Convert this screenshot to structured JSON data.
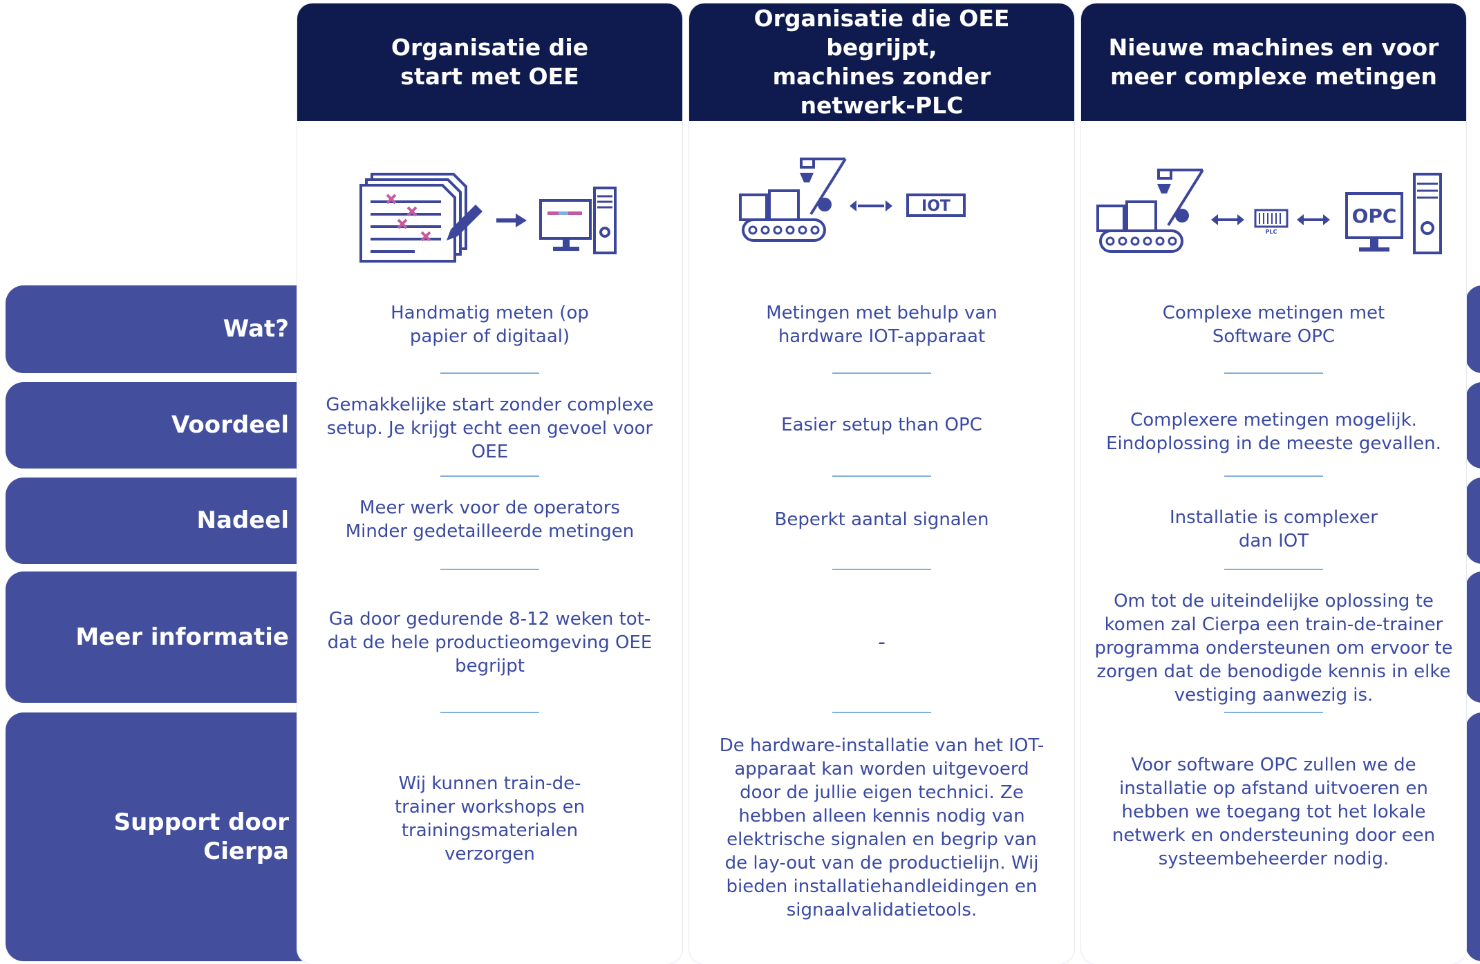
{
  "rows": [
    {
      "label": "Wat?"
    },
    {
      "label": "Voordeel"
    },
    {
      "label": "Nadeel"
    },
    {
      "label": "Meer informatie"
    },
    {
      "label": "Support door\nCierpa"
    }
  ],
  "columns": [
    {
      "header": "Organisatie die\nstart met OEE",
      "icon": "paper-to-computer-icon",
      "cells": [
        "Handmatig meten (op\npapier of digitaal)",
        "Gemakkelijke start zonder complexe\nsetup. Je krijgt echt een gevoel voor\nOEE",
        "Meer werk voor de operators\nMinder gedetailleerde metingen",
        "Ga door gedurende 8-12 weken tot-\ndat de hele productieomgeving OEE\nbegrijpt",
        "Wij kunnen train-de-\ntrainer workshops en\ntrainingsmaterialen\nverzorgen"
      ]
    },
    {
      "header": "Organisatie die OEE begrijpt,\nmachines zonder\nnetwerk-PLC",
      "icon": "robot-iot-icon",
      "icon_label": "IOT",
      "cells": [
        "Metingen met behulp van\nhardware IOT-apparaat",
        "Easier setup than OPC",
        "Beperkt aantal signalen",
        "-",
        "De hardware-installatie van het IOT-\napparaat kan worden uitgevoerd\ndoor de jullie eigen technici. Ze\nhebben alleen kennis nodig van\nelektrische signalen en begrip van\nde lay-out van de productielijn. Wij\nbieden installatiehandleidingen en\nsignaalvalidatietools."
      ]
    },
    {
      "header": "Nieuwe machines en voor\nmeer complexe metingen",
      "icon": "robot-plc-opc-icon",
      "icon_label": "OPC",
      "plc_label": "PLC",
      "cells": [
        "Complexe metingen met\nSoftware OPC",
        "Complexere metingen mogelijk.\nEindoplossing in de meeste gevallen.",
        "Installatie is complexer\ndan IOT",
        "Om tot de uiteindelijke oplossing te\nkomen zal Cierpa een train-de-trainer\nprogramma ondersteunen om ervoor te\nzorgen dat de benodigde kennis in elke\nvestiging aanwezig is.",
        "Voor software OPC zullen we de\ninstallatie op afstand uitvoeren en\nhebben we toegang tot het lokale\nnetwerk en ondersteuning door een\nsysteembeheerder nodig."
      ]
    }
  ],
  "colors": {
    "header_bg": "#0f1b4e",
    "row_bg": "#434f9d",
    "text": "#3a4aa3",
    "icon": "#3c479c",
    "separator": "#7fb0e0",
    "accent": "#c45aa0"
  }
}
